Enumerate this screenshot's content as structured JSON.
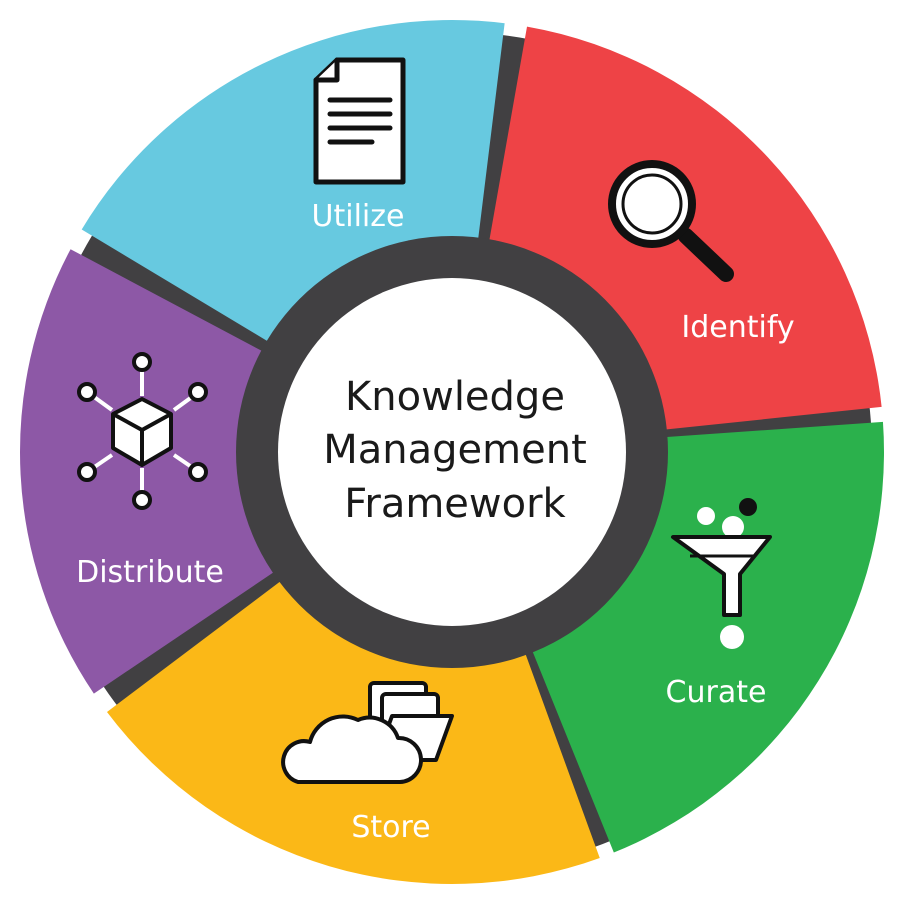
{
  "center": {
    "title_lines": [
      "Knowledge",
      "Management",
      "Framework"
    ]
  },
  "segments": [
    {
      "id": "identify",
      "label": "Identify",
      "color": "#ee4346",
      "icon": "magnifying-glass-icon"
    },
    {
      "id": "curate",
      "label": "Curate",
      "color": "#2bb14c",
      "icon": "funnel-icon"
    },
    {
      "id": "store",
      "label": "Store",
      "color": "#fbb817",
      "icon": "cloud-folder-icon"
    },
    {
      "id": "distribute",
      "label": "Distribute",
      "color": "#8d58a6",
      "icon": "network-cube-icon"
    },
    {
      "id": "utilize",
      "label": "Utilize",
      "color": "#67c9e0",
      "icon": "document-icon"
    }
  ],
  "ring_color": "#414042"
}
